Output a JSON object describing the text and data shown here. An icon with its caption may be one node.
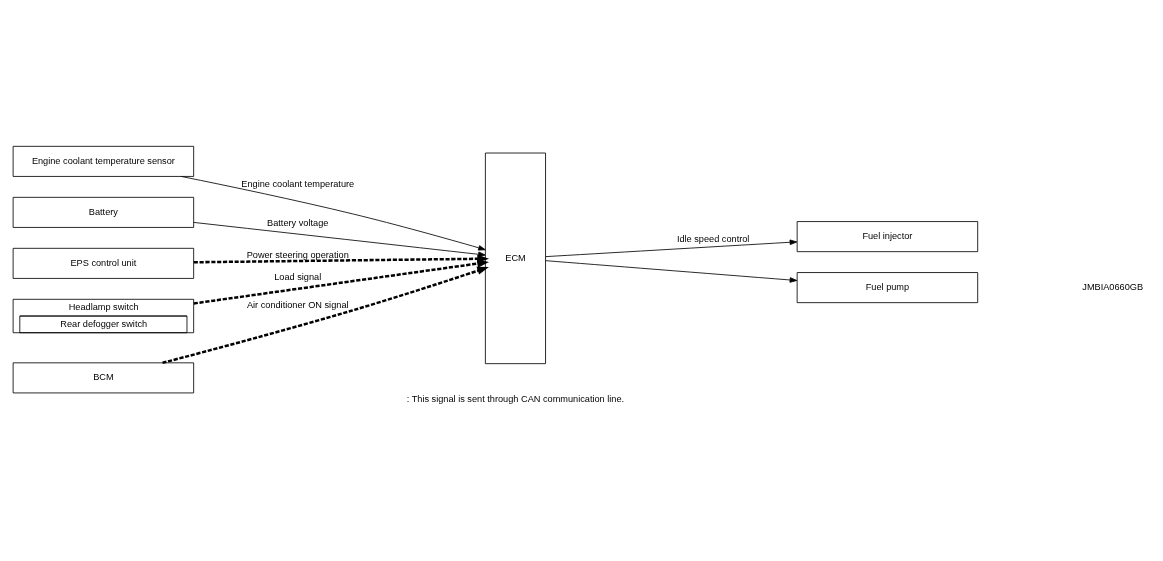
{
  "diagram": {
    "nodes": [
      {
        "text": [
          "Engine coolant temperature sensor"
        ]
      },
      {
        "text": [
          "Battery"
        ]
      },
      {
        "text": [
          "EPS control unit"
        ]
      },
      {
        "text": [
          "Headlamp switch",
          "Rear defogger switch"
        ]
      },
      {
        "text": [
          "BCM"
        ]
      },
      {
        "text": [
          "ECM"
        ]
      },
      {
        "text": [
          "Fuel injector"
        ]
      },
      {
        "text": [
          "Fuel pump"
        ]
      }
    ],
    "edges": [
      {
        "from": 0,
        "to": 5,
        "arrow": "to",
        "label": "Engine coolant temperature"
      },
      {
        "from": 1,
        "to": 5,
        "arrow": "to",
        "label": "Battery voltage"
      },
      {
        "from": 2,
        "to": 5,
        "arrow": "to",
        "label": "Power steering operation",
        "style": "dashed"
      },
      {
        "from": 3,
        "to": 5,
        "arrow": "to",
        "label": "Load signal",
        "style": "dashed"
      },
      {
        "from": 4,
        "to": 5,
        "arrow": "to",
        "label": "Air conditioner ON signal",
        "style": "dashed"
      },
      {
        "from": 5,
        "to": 6,
        "arrow": "to",
        "label": "Idle speed control"
      },
      {
        "from": 5,
        "to": 7,
        "arrow": "to"
      }
    ],
    "labels": [
      "JMBIA0660GB"
    ],
    "legend": [
      {
        "text": ": This signal is sent through CAN communication line."
      }
    ]
  }
}
